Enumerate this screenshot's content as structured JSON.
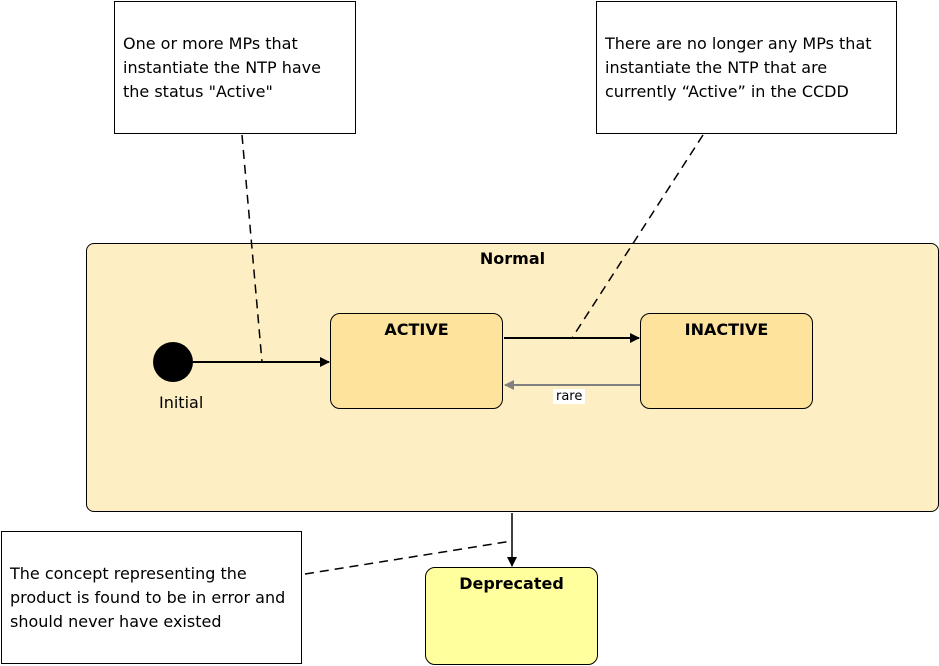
{
  "notes": {
    "active_condition": "One or more MPs that instantiate the NTP have the status \"Active\"",
    "inactive_condition": "There are no longer any MPs that instantiate the NTP that are currently “Active” in the CCDD",
    "deprecated_condition": "The concept representing the product is found to be in error and should never have existed"
  },
  "states": {
    "normal": "Normal",
    "active": "ACTIVE",
    "inactive": "INACTIVE",
    "deprecated": "Deprecated",
    "initial": "Initial"
  },
  "transitions": {
    "inactive_to_active": "rare"
  },
  "colors": {
    "normal_fill": "#fdefc3",
    "substate_fill": "#fee39c",
    "deprecated_fill": "#ffff9d",
    "rare_arrow": "#808080"
  }
}
